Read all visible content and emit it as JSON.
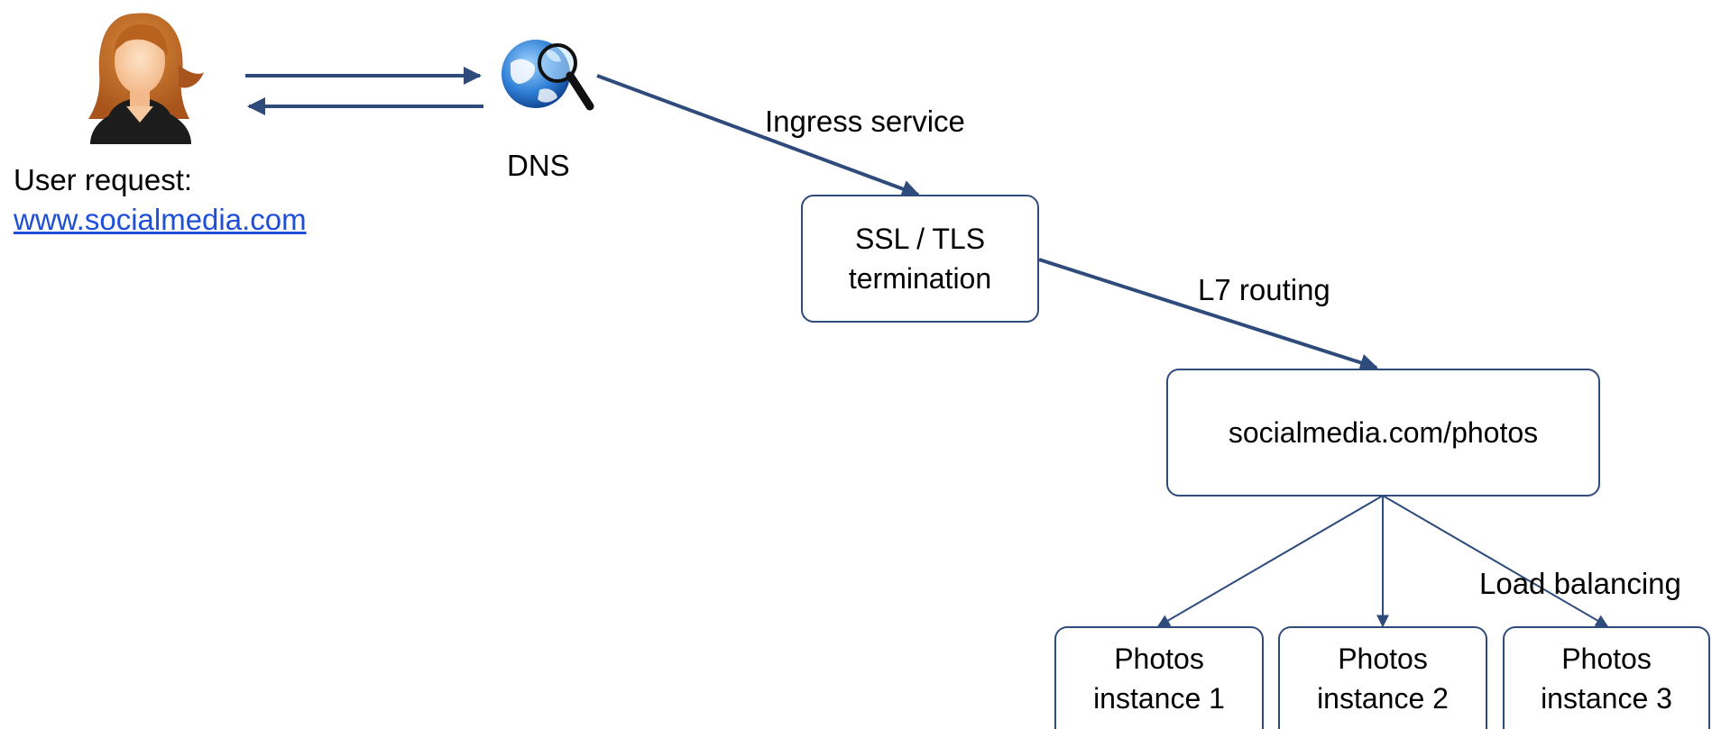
{
  "colors": {
    "arrow": "#2f4b7c",
    "box_border": "#2f4b7c",
    "link": "#1f4fd6",
    "text": "#000000"
  },
  "icons": {
    "user": "user-avatar-icon",
    "dns": "globe-magnifier-icon"
  },
  "user": {
    "label": "User request:",
    "url": "www.socialmedia.com"
  },
  "dns": {
    "label": "DNS"
  },
  "edges": {
    "ingress": "Ingress service",
    "l7": "L7 routing",
    "load_balancing": "Load balancing"
  },
  "boxes": {
    "ssl": {
      "line1": "SSL / TLS",
      "line2": "termination"
    },
    "route": {
      "label": "socialmedia.com/photos"
    },
    "instances": [
      {
        "line1": "Photos",
        "line2": "instance 1"
      },
      {
        "line1": "Photos",
        "line2": "instance 2"
      },
      {
        "line1": "Photos",
        "line2": "instance 3"
      }
    ]
  }
}
